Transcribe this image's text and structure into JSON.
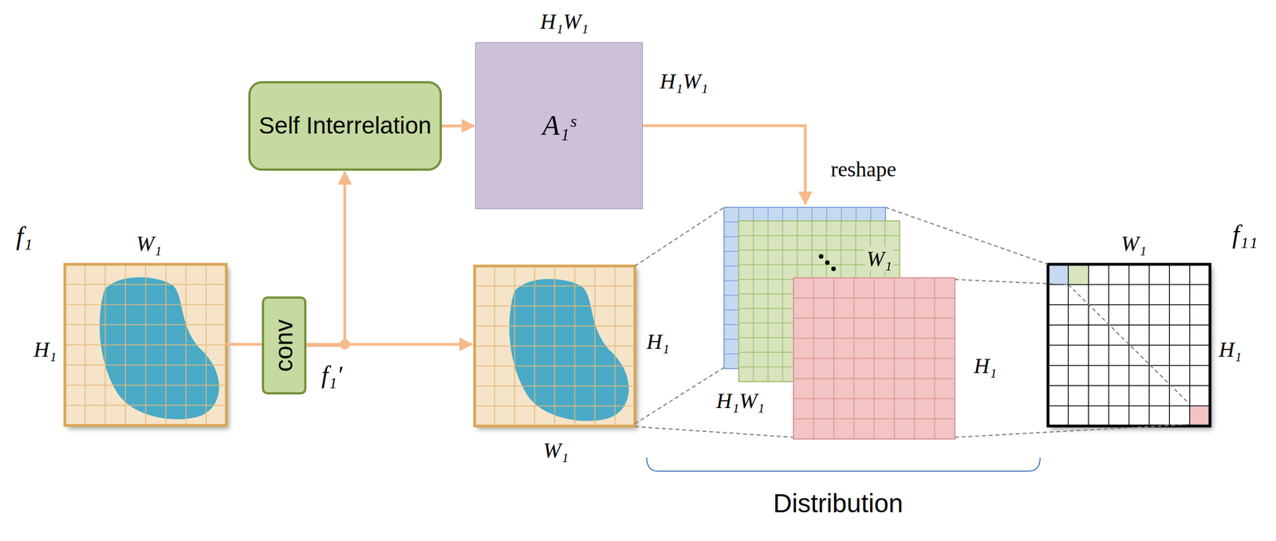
{
  "diagram": {
    "nodes": [
      {
        "text": [
          "conv"
        ]
      },
      {
        "text": [
          "Self Interrelation"
        ]
      },
      {
        "text": [
          "A₁ˢ"
        ]
      }
    ],
    "edges": [
      {
        "from": 0,
        "to": 1,
        "arrow": "to"
      },
      {
        "from": 1,
        "to": 2,
        "arrow": "to"
      }
    ],
    "labels": [
      "f₁",
      "W₁",
      "H₁",
      "f₁′",
      "H₁W₁",
      "H₁W₁",
      "reshape",
      "H₁",
      "W₁",
      "W₁",
      "H₁",
      "H₁W₁",
      "f₁₁",
      "W₁",
      "H₁",
      "Distribution"
    ]
  }
}
